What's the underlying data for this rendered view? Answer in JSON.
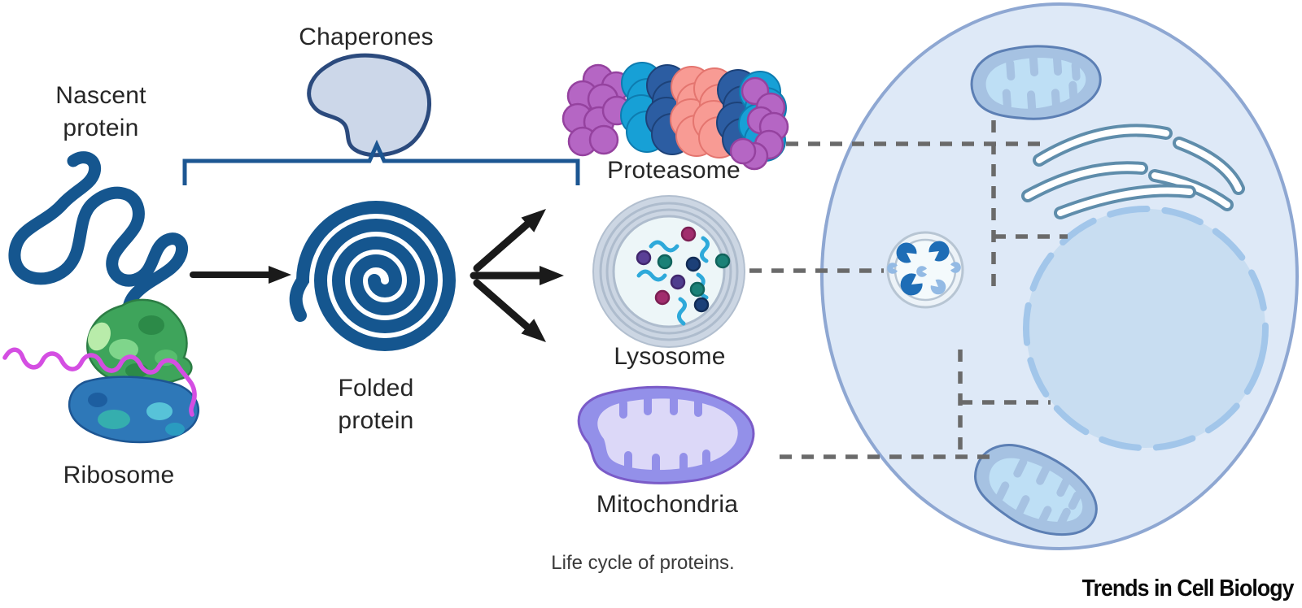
{
  "figure": {
    "caption": "Life cycle of proteins.",
    "journal_signature": "Trends in Cell Biology"
  },
  "labels": {
    "nascent_protein": "Nascent\nprotein",
    "chaperones": "Chaperones",
    "ribosome": "Ribosome",
    "folded_protein": "Folded\nprotein",
    "proteasome": "Proteasome",
    "lysosome": "Lysosome",
    "mitochondria": "Mitochondria"
  },
  "colors": {
    "protein_blue": "#15568f",
    "bracket_blue": "#1c5692",
    "chaperone_fill": "#ccd7e9",
    "cell_fill": "#dee9f7",
    "cell_stroke": "#8ea7d2",
    "nucleus_fill": "#c8ddf1",
    "nucleus_dash": "#a2c6ea",
    "mitochondria_purple": "#9390e9",
    "lysosome_ring": "#ccd6e3",
    "proteasome_purple": "#b566c4",
    "proteasome_cyan": "#17a0d6",
    "proteasome_navy": "#2c5da2",
    "proteasome_salmon": "#f89b94",
    "mrna_magenta": "#d44ee2",
    "ribosome_green": "#3ea45b",
    "ribosome_blue": "#2e78b8",
    "connector_gray": "#6a6a6a",
    "arrow_black": "#1a1a1a"
  }
}
